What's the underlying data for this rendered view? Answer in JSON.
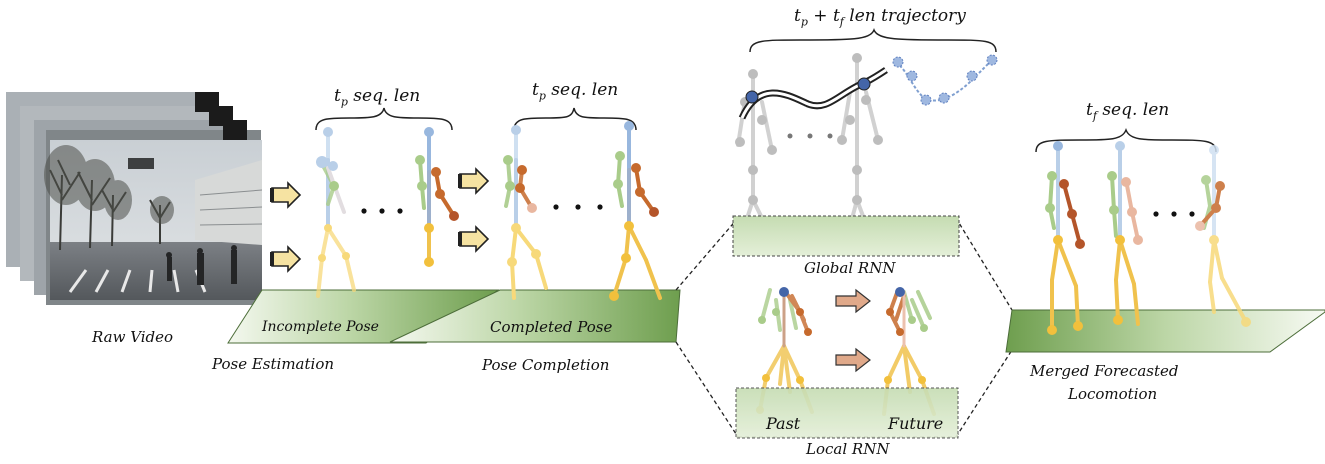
{
  "labels": {
    "raw_video": "Raw Video",
    "pose_estimation": "Pose Estimation",
    "incomplete_pose": "Incomplete Pose",
    "pose_completion": "Pose Completion",
    "completed_pose": "Completed Pose",
    "global_rnn": "Global RNN",
    "local_rnn": "Local RNN",
    "past": "Past",
    "future": "Future",
    "merged_line1": "Merged Forecasted",
    "merged_line2": "Locomotion",
    "seq_len_text": "seq. len",
    "trajectory_text": "len trajectory",
    "sub_p": "p",
    "sub_f": "f",
    "t": "t",
    "plus": "+",
    "ellipsis": ". . ."
  },
  "colors": {
    "arrow_fill": "#f6e3a2",
    "arrow_orange": "#e0a98a",
    "platform_dark": "#6e9e4e",
    "platform_light": "#f2f7ec",
    "rnn_box": "#cfe1bf",
    "joint_blue": "#8fb1dc",
    "joint_orange": "#d07a3c",
    "joint_brown": "#b4552a",
    "joint_yellow": "#f2c03c",
    "joint_green": "#a9cc8a",
    "joint_pink": "#e9b7a0",
    "joint_gray": "#b8b8b8",
    "trajectory_point": "#7f9fd0"
  }
}
